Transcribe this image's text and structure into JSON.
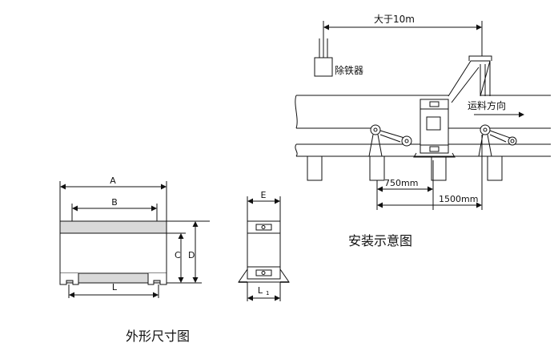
{
  "outline": {
    "caption": "外形尺寸图",
    "dim_A": "A",
    "dim_B": "B",
    "dim_C": "C",
    "dim_D": "D",
    "dim_L": "L",
    "dim_E": "E",
    "dim_L1": "L"
  },
  "installation": {
    "caption": "安装示意图",
    "distance_label": "大于10m",
    "magnet_label": "除铁器",
    "direction_label": "运料方向",
    "dim_750": "750mm",
    "dim_1500": "1500mm"
  }
}
